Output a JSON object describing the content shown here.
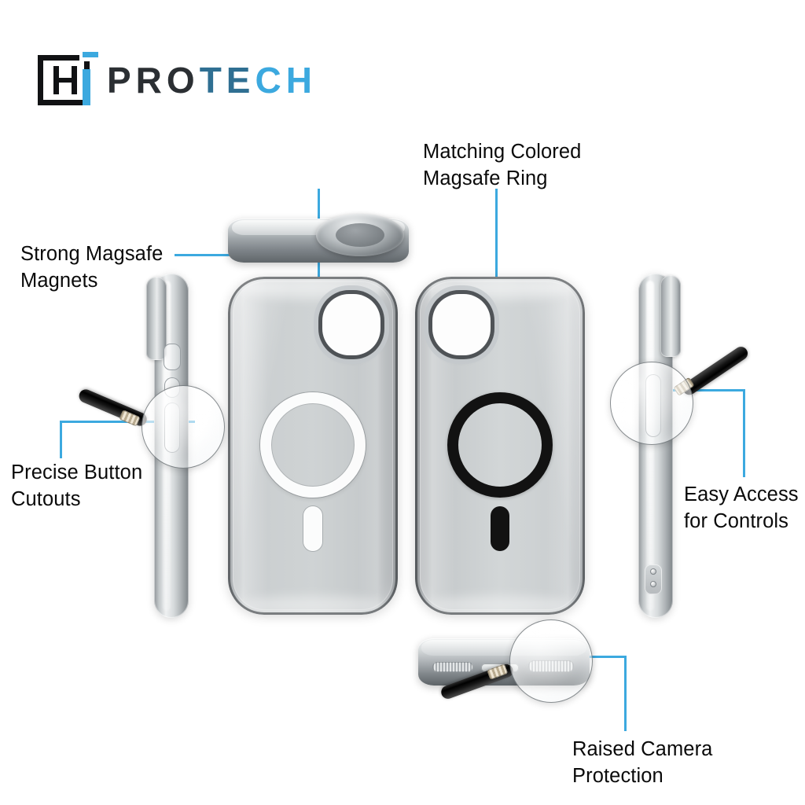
{
  "brand": {
    "mark_letter": "H",
    "mark_accent_letter": "i",
    "word_part_1": "PRO",
    "word_part_2": "TE",
    "word_part_3": "CH",
    "accent_color": "#3CA9DF",
    "dark_color": "#2B2F33"
  },
  "callouts": [
    {
      "id": "matching-magsafe-ring",
      "text": "Matching Colored\nMagsafe Ring"
    },
    {
      "id": "strong-magsafe-magnets",
      "text": "Strong Magsafe\nMagnets"
    },
    {
      "id": "precise-button-cutouts",
      "text": "Precise Button\nCutouts"
    },
    {
      "id": "easy-access-controls",
      "text": "Easy Access\nfor Controls"
    },
    {
      "id": "raised-camera-protection",
      "text": "Raised Camera\nProtection"
    }
  ],
  "product": {
    "type": "MagSafe phone case",
    "finish": "translucent frosted grey",
    "views": [
      {
        "id": "top-edge-magnet-view",
        "label": "top edge camera bump view"
      },
      {
        "id": "left-side-profile",
        "label": "left side profile with volume buttons and mute switch"
      },
      {
        "id": "front-case-white-ring",
        "label": "case back with white magsafe ring"
      },
      {
        "id": "front-case-black-ring",
        "label": "case back with black magsafe ring"
      },
      {
        "id": "right-side-profile",
        "label": "right side profile with power button"
      },
      {
        "id": "bottom-edge-view",
        "label": "bottom edge with speaker grille and charging port"
      }
    ],
    "ring_colors": {
      "left_case": "#FFFFFF",
      "right_case": "#121212"
    }
  },
  "connectors": {
    "color": "#3CA9DF",
    "count": 5
  },
  "magnifiers": {
    "count": 3,
    "handle_color": "#0D0D0D"
  }
}
